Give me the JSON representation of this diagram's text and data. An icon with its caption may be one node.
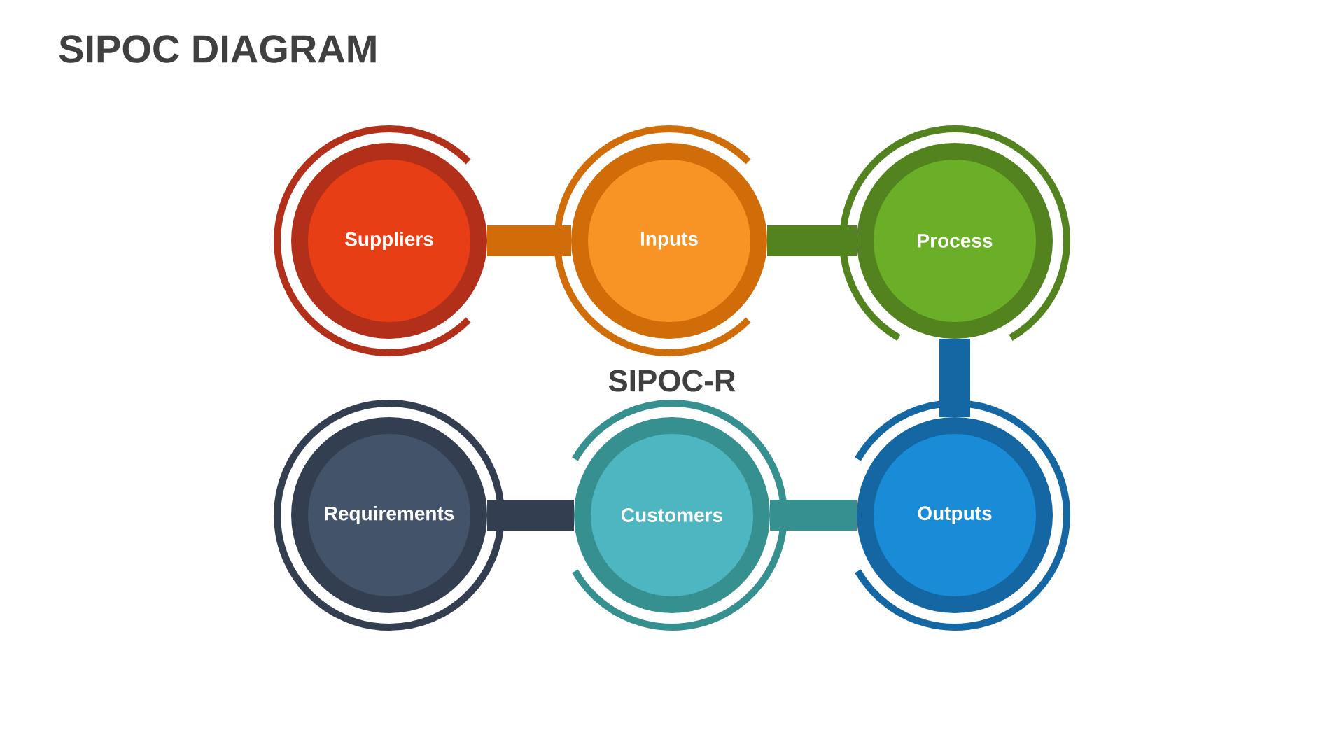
{
  "diagram": {
    "title": "SIPOC DIAGRAM",
    "nodes": [
      {
        "text": [
          "Suppliers"
        ]
      },
      {
        "text": [
          "Inputs"
        ]
      },
      {
        "text": [
          "Process"
        ]
      },
      {
        "text": [
          "Outputs"
        ]
      },
      {
        "text": [
          "Customers"
        ]
      },
      {
        "text": [
          "Requirements"
        ]
      }
    ],
    "edges": [
      {
        "from": 0,
        "to": 1,
        "arrow": "none",
        "color": "#d06d08"
      },
      {
        "from": 1,
        "to": 2,
        "arrow": "none",
        "color": "#52831f"
      },
      {
        "from": 2,
        "to": 3,
        "arrow": "none",
        "color": "#1467a3"
      },
      {
        "from": 3,
        "to": 4,
        "arrow": "none",
        "color": "#36908f"
      },
      {
        "from": 4,
        "to": 5,
        "arrow": "none",
        "color": "#333f50"
      }
    ],
    "labels": [
      "SIPOC-R"
    ]
  }
}
